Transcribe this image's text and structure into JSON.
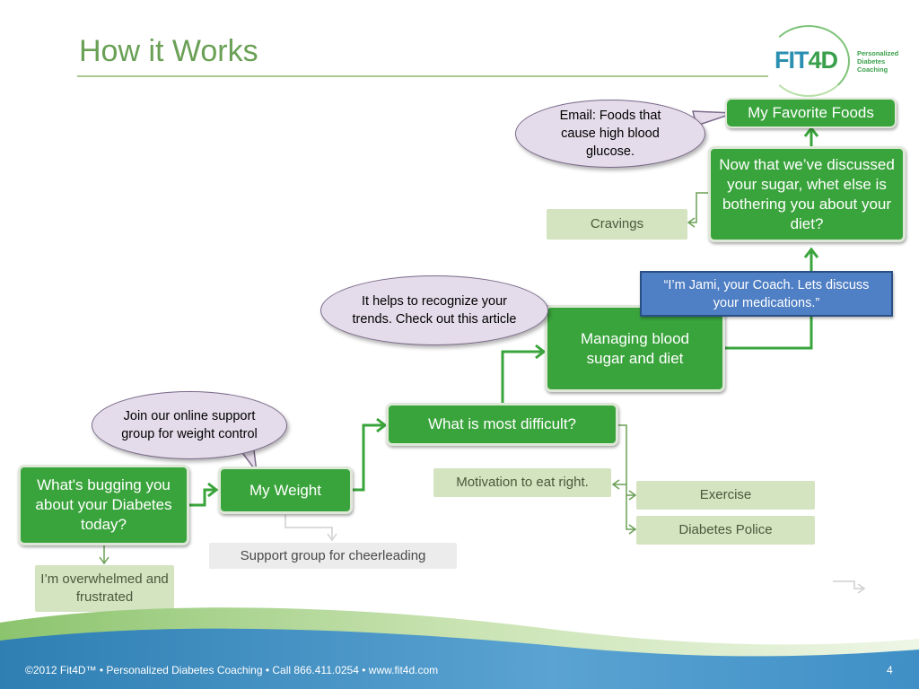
{
  "slide": {
    "title": "How it Works",
    "logo": {
      "brand_main": "FIT",
      "brand_num": "4D",
      "tagline": [
        "Personalized",
        "Diabetes",
        "Coaching"
      ]
    }
  },
  "boxes": {
    "whats_bugging": "What's bugging you about your Diabetes today?",
    "my_weight": "My Weight",
    "most_difficult": "What is most difficult?",
    "managing": "Managing blood sugar and diet",
    "now_that": "Now that we’ve discussed your sugar, whet else is bothering you about your diet?",
    "favorite_foods": "My Favorite Foods"
  },
  "options": {
    "overwhelmed": "I’m overwhelmed and frustrated",
    "support_group": "Support group for cheerleading",
    "motivation": "Motivation to eat right.",
    "exercise": "Exercise",
    "diabetes_police": "Diabetes Police",
    "cravings": "Cravings"
  },
  "bubbles": {
    "join_group": "Join our online support group for weight control",
    "trends": "It helps to recognize your trends. Check out this article",
    "email": "Email: Foods that cause high blood glucose."
  },
  "coach_note": "“I’m Jami, your Coach. Lets discuss your medications.”",
  "footer": {
    "text": "©2012 Fit4D™  •  Personalized Diabetes Coaching  •  Call 866.411.0254  •  www.fit4d.com",
    "page": "4"
  },
  "colors": {
    "title_green": "#6aa055",
    "box_green": "#3aa43c",
    "option_bg": "#d4e3c0",
    "bubble_bg": "#e4dcea",
    "coach_blue": "#4f7fc4"
  }
}
